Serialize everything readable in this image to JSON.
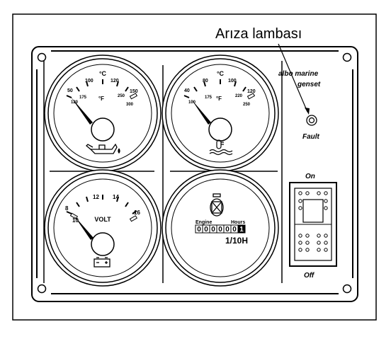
{
  "callout": {
    "label": "Arıza lambası"
  },
  "brand": {
    "line1": "albo marine",
    "line2": "genset"
  },
  "fault_label": "Fault",
  "switch": {
    "on_label": "On",
    "off_label": "Off"
  },
  "gauges": {
    "oil_temp": {
      "celsius_unit": "°C",
      "fahrenheit_unit": "°F",
      "celsius_ticks": [
        "50",
        "100",
        "120",
        "150"
      ],
      "fahrenheit_ticks": [
        "120",
        "175",
        "250",
        "300"
      ],
      "icon": "oil-can-icon"
    },
    "water_temp": {
      "celsius_unit": "°C",
      "fahrenheit_unit": "°F",
      "celsius_ticks": [
        "40",
        "80",
        "100",
        "120"
      ],
      "fahrenheit_ticks": [
        "100",
        "175",
        "220",
        "250"
      ],
      "icon": "coolant-temperature-icon"
    },
    "voltmeter": {
      "unit": "VOLT",
      "ticks": [
        "8",
        "10",
        "12",
        "14",
        "16"
      ],
      "icon": "battery-icon"
    },
    "hour_meter": {
      "left_label": "Engine",
      "right_label": "Hours",
      "digits": [
        "0",
        "0",
        "0",
        "0",
        "0",
        "0",
        "1"
      ],
      "resolution": "1/10H",
      "icon": "hourglass-icon"
    }
  }
}
